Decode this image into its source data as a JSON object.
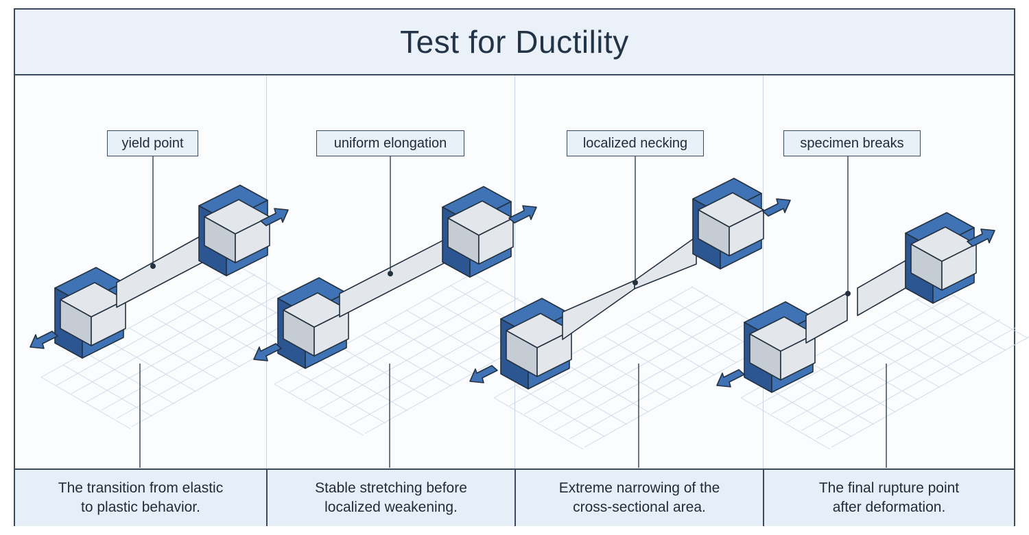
{
  "title": "Test for Ductility",
  "stages": [
    {
      "label": "yield point",
      "caption": "The transition from elastic\nto plastic behavior."
    },
    {
      "label": "uniform elongation",
      "caption": "Stable stretching before\nlocalized weakening."
    },
    {
      "label": "localized necking",
      "caption": "Extreme narrowing of the\ncross-sectional area."
    },
    {
      "label": "specimen breaks",
      "caption": "The final rupture point\nafter deformation."
    }
  ],
  "colors": {
    "grip_blue": "#3f73b5",
    "grip_blue_dark": "#2c5691",
    "specimen_light": "#e3e7ec",
    "specimen_shade": "#c6ccd4",
    "outline": "#233140",
    "grid": "#cfdbe8"
  }
}
